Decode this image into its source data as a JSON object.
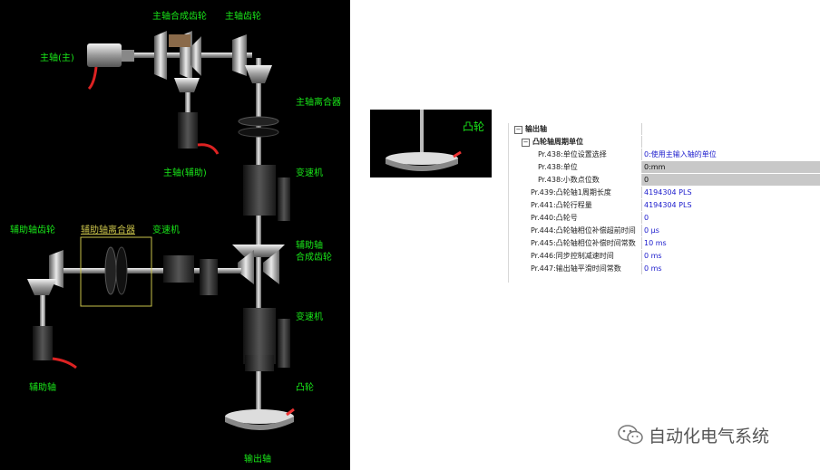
{
  "diagram": {
    "labels": {
      "main_shaft": "主轴(主)",
      "main_compound_gear": "主轴合成齿轮",
      "main_gear": "主轴齿轮",
      "main_clutch": "主轴离合器",
      "main_shaft_aux": "主轴(辅助)",
      "gearbox_top": "变速机",
      "aux_gear": "辅助轴齿轮",
      "aux_clutch": "辅助轴离合器",
      "gearbox_mid": "变速机",
      "aux_compound_gear_1": "辅助轴",
      "aux_compound_gear_2": "合成齿轮",
      "gearbox_low": "变速机",
      "aux_shaft": "辅助轴",
      "cam": "凸轮",
      "output_shaft": "输出轴"
    }
  },
  "cam_preview": {
    "label": "凸轮"
  },
  "param_tree": {
    "root": "输出轴",
    "group": "凸轮轴周期单位",
    "rows": [
      {
        "name": "Pr.438:单位设置选择",
        "value": "0:使用主输入轴的单位",
        "style": "blue",
        "indent": 3
      },
      {
        "name": "Pr.438:单位",
        "value": "0:mm",
        "style": "grey",
        "indent": 3
      },
      {
        "name": "Pr.438:小数点位数",
        "value": "0",
        "style": "grey",
        "indent": 3
      },
      {
        "name": "Pr.439:凸轮轴1周期长度",
        "value": "4194304 PLS",
        "style": "blue",
        "indent": 2
      },
      {
        "name": "Pr.441:凸轮行程量",
        "value": "4194304 PLS",
        "style": "blue",
        "indent": 2
      },
      {
        "name": "Pr.440:凸轮号",
        "value": "0",
        "style": "blue",
        "indent": 2
      },
      {
        "name": "Pr.444:凸轮轴相位补偿超前时间",
        "value": "0 μs",
        "style": "blue",
        "indent": 2
      },
      {
        "name": "Pr.445:凸轮轴相位补偿时间常数",
        "value": "10 ms",
        "style": "blue",
        "indent": 2
      },
      {
        "name": "Pr.446:同步控制减速时间",
        "value": "0 ms",
        "style": "blue",
        "indent": 2
      },
      {
        "name": "Pr.447:输出轴平滑时间常数",
        "value": "0 ms",
        "style": "blue",
        "indent": 2
      }
    ]
  },
  "watermark": {
    "text": "自动化电气系统",
    "icon": "wechat-icon"
  }
}
